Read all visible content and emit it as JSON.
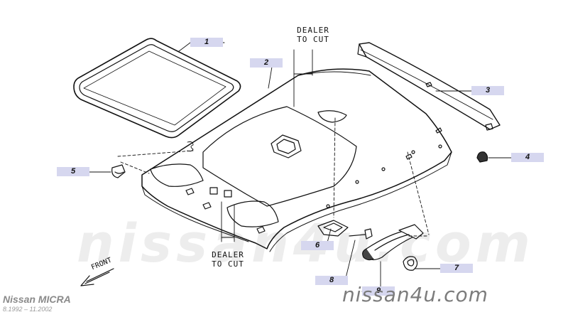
{
  "watermark": {
    "center": "nissan4u.com",
    "corner": "nissan4u.com"
  },
  "model": {
    "name": "Nissan MICRA",
    "period": "8.1992 – 11.2002"
  },
  "notes": {
    "dealer_top": "DEALER",
    "cut_top": "TO CUT",
    "dealer_bottom": "DEALER",
    "cut_bottom": "TO CUT",
    "front": "FRONT"
  },
  "callouts": [
    {
      "id": "1",
      "label": "1"
    },
    {
      "id": "2",
      "label": "2"
    },
    {
      "id": "3",
      "label": "3"
    },
    {
      "id": "4",
      "label": "4"
    },
    {
      "id": "5",
      "label": "5"
    },
    {
      "id": "6",
      "label": "6"
    },
    {
      "id": "7",
      "label": "7"
    },
    {
      "id": "8",
      "label": "8"
    },
    {
      "id": "9",
      "label": "9"
    }
  ],
  "colors": {
    "label_bg": "#d6d7ef",
    "line": "#111111"
  }
}
